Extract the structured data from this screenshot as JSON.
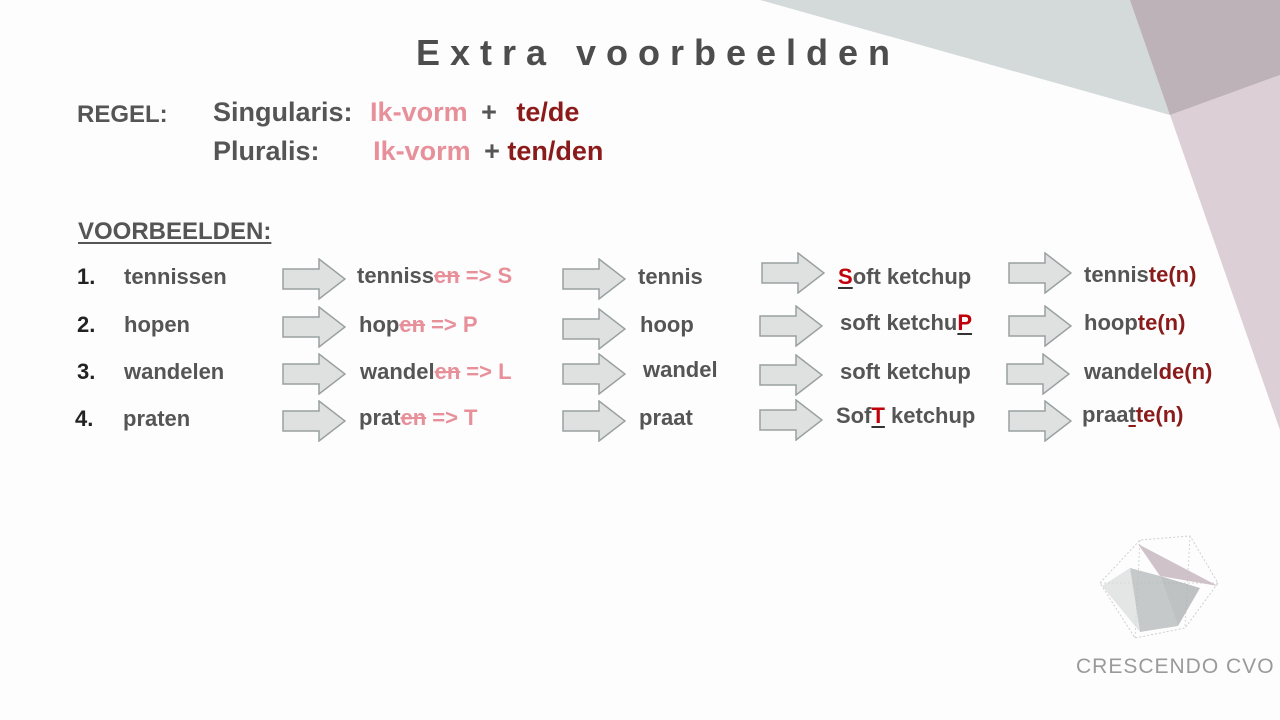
{
  "title": "Extra voorbeelden",
  "rule": {
    "label": "REGEL:",
    "singular": {
      "label": "Singularis:",
      "stem": "Ik-vorm",
      "plus": "+",
      "ending": "te/de"
    },
    "plural": {
      "label": "Pluralis:",
      "stem": "Ik-vorm",
      "plus": "+",
      "ending": "ten/den"
    }
  },
  "examples_heading": "VOORBEELDEN:",
  "rows": [
    {
      "number": "1.",
      "verb": "tennissen",
      "step1": {
        "stem": "tenniss",
        "strike": "en",
        "arrow": "=> S"
      },
      "ikvorm": "tennis",
      "ketchup": {
        "a": "",
        "hl": "S",
        "b": "oft ketchup"
      },
      "result": {
        "stem": "tennis",
        "underline": "",
        "ending": "te(n)"
      }
    },
    {
      "number": "2.",
      "verb": "hopen",
      "step1": {
        "stem": "hop",
        "strike": "en",
        "arrow": "=> P"
      },
      "ikvorm": "hoop",
      "ketchup": {
        "a": "soft ketchu",
        "hl": "P",
        "b": ""
      },
      "result": {
        "stem": "hoop",
        "underline": "",
        "ending": "te(n)"
      }
    },
    {
      "number": "3.",
      "verb": "wandelen",
      "step1": {
        "stem": "wandel",
        "strike": "en",
        "arrow": "=> L"
      },
      "ikvorm": "wandel",
      "ketchup": {
        "a": "soft ketchup",
        "hl": "",
        "b": ""
      },
      "result": {
        "stem": "wandel",
        "underline": "",
        "ending": "de(n)"
      }
    },
    {
      "number": "4.",
      "verb": "praten",
      "step1": {
        "stem": "prat",
        "strike": "en",
        "arrow": "=> T"
      },
      "ikvorm": "praat",
      "ketchup": {
        "a": "Sof",
        "hl": "T",
        "b": " ketchup"
      },
      "result": {
        "stem": "praa",
        "underline": "t",
        "ending": "te(n)"
      }
    }
  ],
  "logo": {
    "text": "CRESCENDO CVO"
  },
  "colors": {
    "pink": "#e7909a",
    "dark_red": "#8b1a1a",
    "red": "#c0000a",
    "arrow_fill": "#dfe1e1",
    "arrow_stroke": "#9aa0a0"
  }
}
